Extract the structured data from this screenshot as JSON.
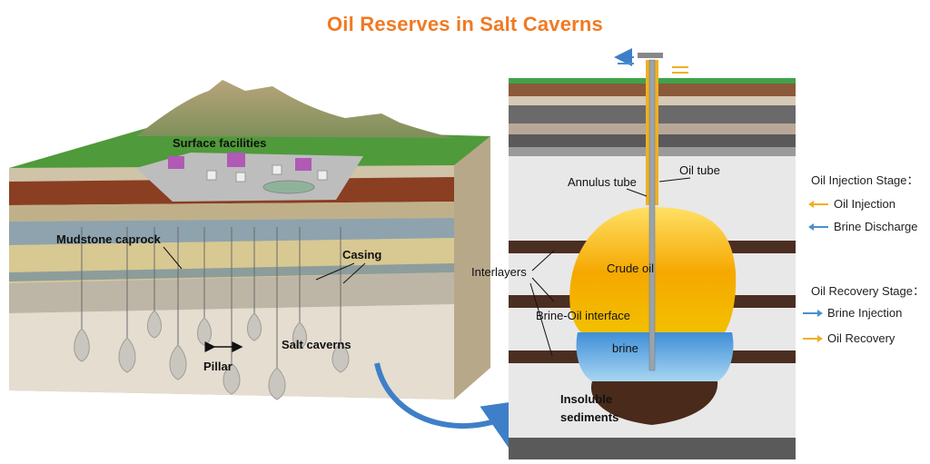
{
  "title": "Oil Reserves in Salt Caverns",
  "left_block": {
    "surface_facilities": "Surface facilities",
    "mudstone_caprock": "Mudstone caprock",
    "casing": "Casing",
    "salt_caverns": "Salt caverns",
    "pillar": "Pillar"
  },
  "cross_section": {
    "annulus_tube": "Annulus tube",
    "oil_tube": "Oil tube",
    "crude_oil": "Crude oil",
    "interlayers": "Interlayers",
    "brine_oil_interface": "Brine-Oil interface",
    "brine": "brine",
    "insoluble_line1": "Insoluble",
    "insoluble_line2": "sediments"
  },
  "legend": {
    "injection_stage": "Oil Injection Stage：",
    "oil_injection": "Oil Injection",
    "brine_discharge": "Brine  Discharge",
    "recovery_stage": "Oil Recovery Stage：",
    "brine_injection": "Brine Injection",
    "oil_recovery": "Oil Recovery"
  },
  "colors": {
    "title": "#f07a22",
    "oil_arrow": "#f0b020",
    "brine_arrow": "#4a8fd0",
    "crude_oil": "#f5a800",
    "brine": "#6fb8e8",
    "sediment": "#4a2a1a",
    "interlayer": "#4b2e22",
    "grass": "#3fa34a"
  }
}
